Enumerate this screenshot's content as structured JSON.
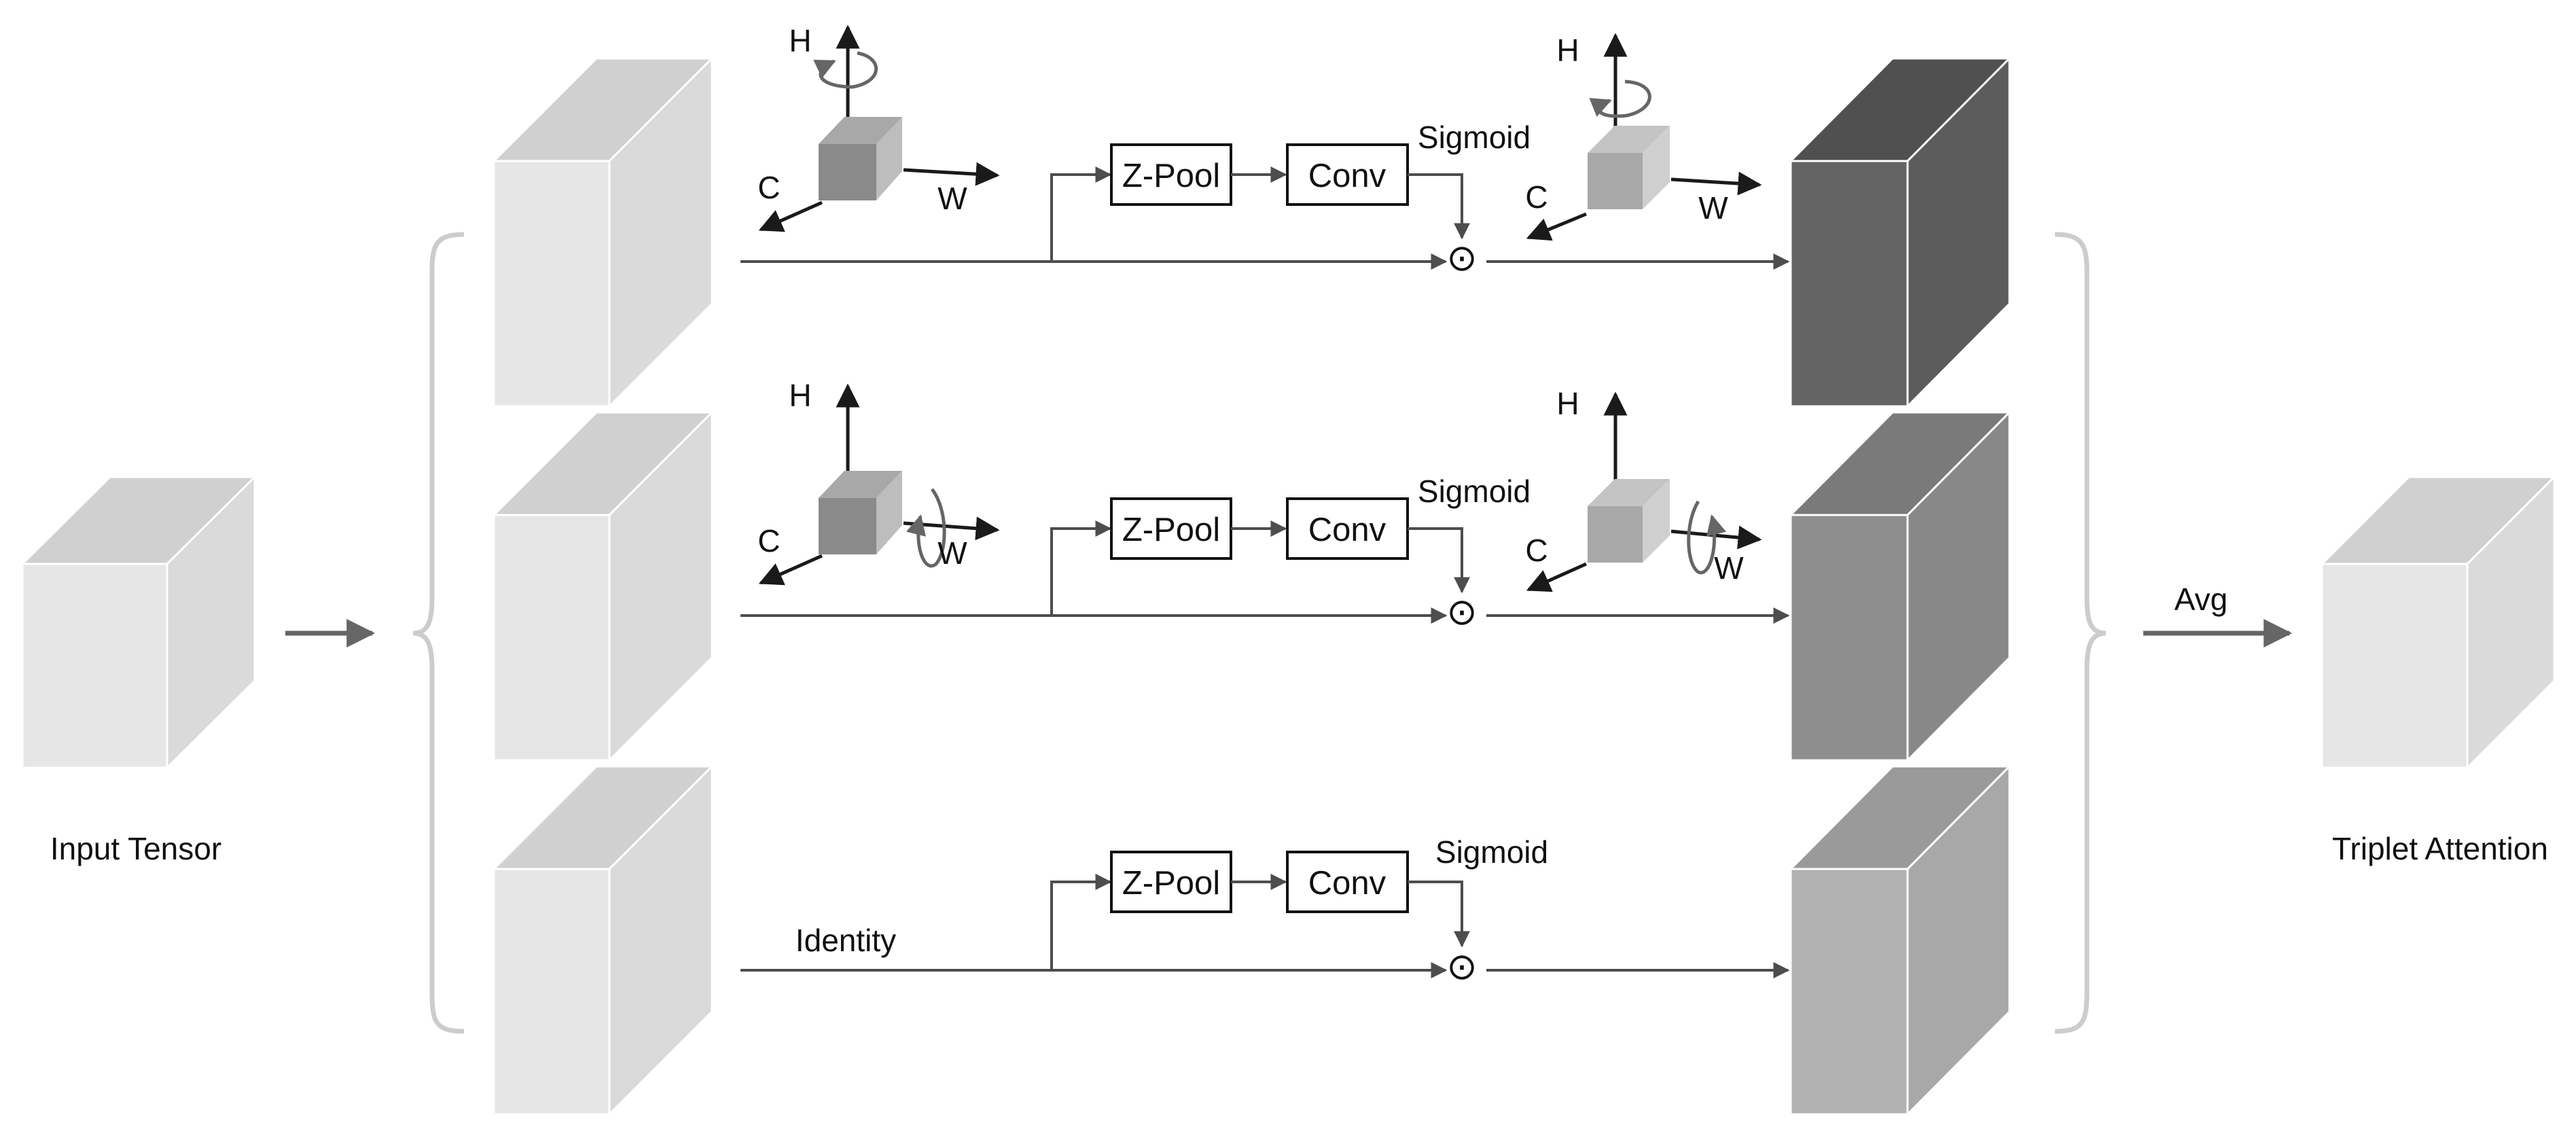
{
  "labels": {
    "input": "Input Tensor",
    "output": "Triplet Attention",
    "avg": "Avg",
    "identity": "Identity"
  },
  "branch_block_labels": {
    "zpool": "Z-Pool",
    "conv": "Conv",
    "sigmoid": "Sigmoid",
    "mult": "⊙"
  },
  "axes": {
    "h": "H",
    "w": "W",
    "c": "C"
  },
  "colors": {
    "line": "#4d4d4d",
    "arrow": "#1a1a1a",
    "brace": "#cccccc",
    "cube_light": {
      "front": "#e6e6e6",
      "top": "#d0d0d0",
      "side": "#dadada"
    },
    "cube_dark": {
      "front": "#646464",
      "top": "#505050",
      "side": "#5c5c5c"
    },
    "cube_mid": {
      "front": "#8e8e8e",
      "top": "#7a7a7a",
      "side": "#888888"
    },
    "cube_soft": {
      "front": "#b2b2b2",
      "top": "#9a9a9a",
      "side": "#a8a8a8"
    },
    "small_cube": {
      "front": "#8a8a8a",
      "top": "#a8a8a8",
      "side": "#bdbdbd"
    },
    "small_cube_right": {
      "front": "#a8a8a8",
      "top": "#c4c4c4",
      "side": "#cfcfcf"
    }
  },
  "structure": {
    "branches": 3,
    "rotation_icons": [
      "rotate-about-h",
      "rotate-about-w",
      "none"
    ]
  }
}
